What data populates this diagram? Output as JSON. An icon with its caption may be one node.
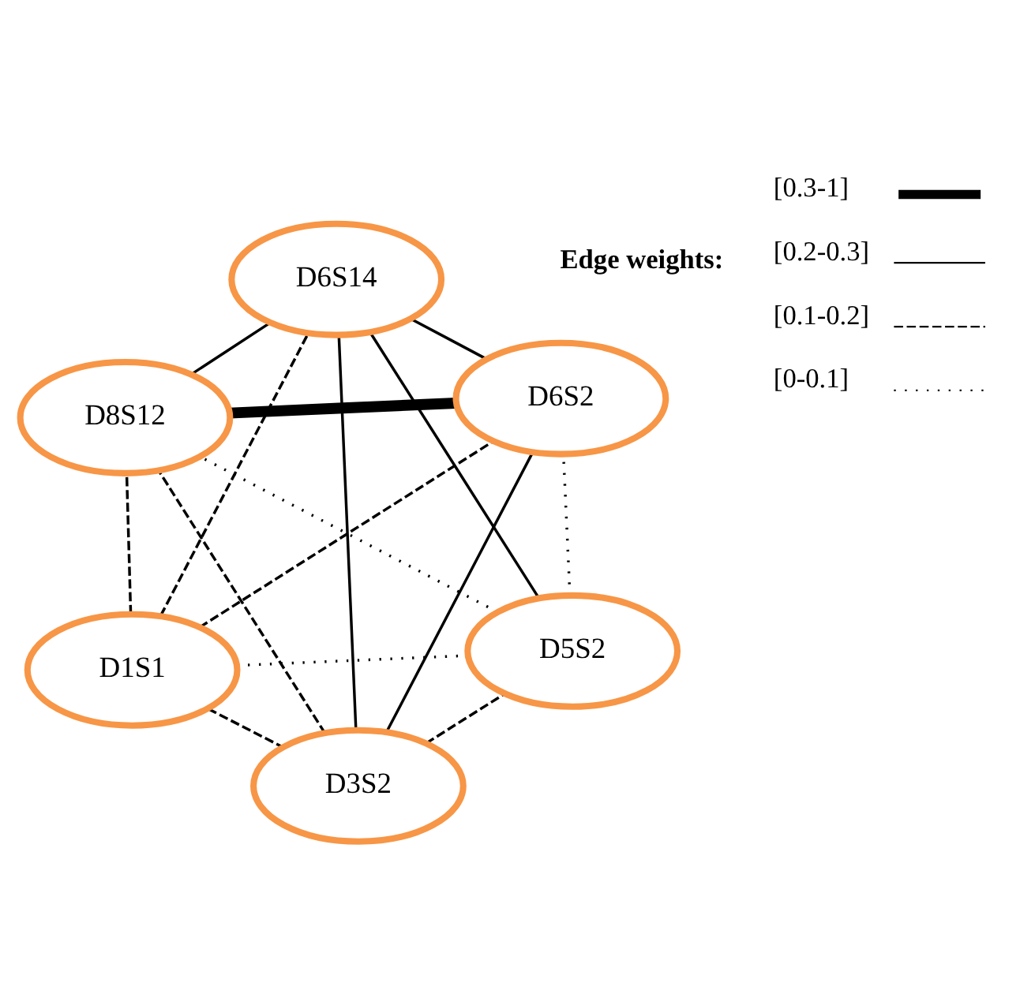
{
  "diagram": {
    "nodes": [
      {
        "text": [
          "D1S1"
        ]
      },
      {
        "text": [
          "D5S2"
        ]
      },
      {
        "text": [
          "D3S2"
        ]
      },
      {
        "text": [
          "D6S14"
        ]
      },
      {
        "text": [
          "D6S2"
        ]
      },
      {
        "text": [
          "D8S12"
        ]
      }
    ],
    "edges": [
      {
        "from": 0,
        "to": 2,
        "arrow": "none",
        "style": "dashed"
      },
      {
        "from": 0,
        "to": 4,
        "arrow": "none",
        "style": "dashed"
      },
      {
        "from": 0,
        "to": 5,
        "arrow": "none",
        "style": "dashed"
      },
      {
        "from": 0,
        "to": 3,
        "arrow": "none",
        "style": "dashed"
      },
      {
        "from": 0,
        "to": 1,
        "arrow": "none",
        "style": "dashed"
      },
      {
        "from": 2,
        "to": 1,
        "arrow": "none",
        "style": "dashed"
      },
      {
        "from": 2,
        "to": 3,
        "arrow": "none"
      },
      {
        "from": 2,
        "to": 5,
        "arrow": "none",
        "style": "dashed"
      },
      {
        "from": 2,
        "to": 4,
        "arrow": "none"
      },
      {
        "from": 1,
        "to": 4,
        "arrow": "none",
        "style": "dashed"
      },
      {
        "from": 1,
        "to": 5,
        "arrow": "none",
        "style": "dashed"
      },
      {
        "from": 1,
        "to": 3,
        "arrow": "none"
      },
      {
        "from": 4,
        "to": 3,
        "arrow": "none"
      },
      {
        "from": 4,
        "to": 5,
        "arrow": "none",
        "style": "thick"
      },
      {
        "from": 3,
        "to": 5,
        "arrow": "none"
      }
    ],
    "labels": [
      "Edge weights:"
    ],
    "legend": [
      {
        "text": "[0.3-1]"
      },
      {
        "text": "[0.2-0.3]"
      },
      {
        "text": "[0.1-0.2]"
      },
      {
        "text": "[0-0.1]"
      }
    ]
  }
}
